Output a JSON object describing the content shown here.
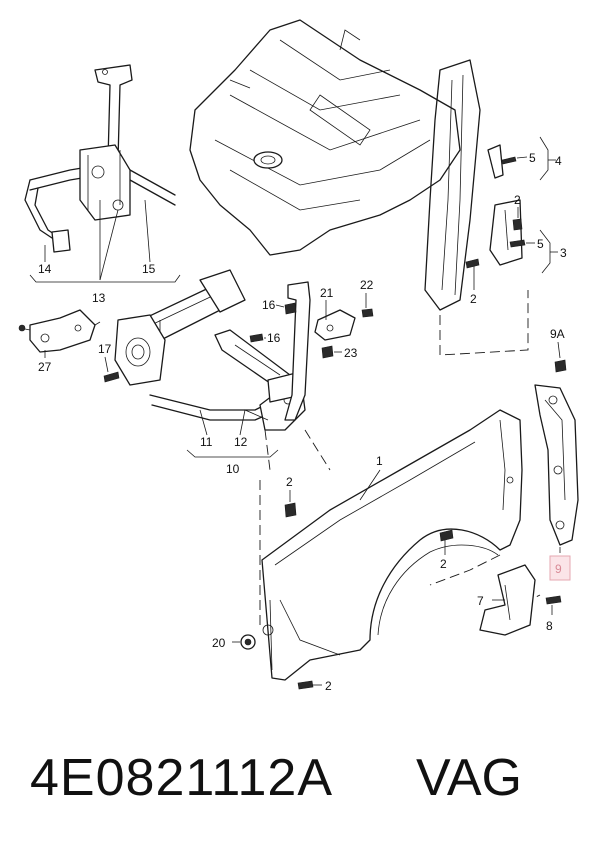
{
  "diagram": {
    "callouts": {
      "c1": "1",
      "c2a": "2",
      "c2b": "2",
      "c2c": "2",
      "c2d": "2",
      "c2e": "2",
      "c3": "3",
      "c4": "4",
      "c5a": "5",
      "c5b": "5",
      "c7": "7",
      "c8": "8",
      "c9": "9",
      "c9a": "9A",
      "c10": "10",
      "c11": "11",
      "c12": "12",
      "c13": "13",
      "c14": "14",
      "c15": "15",
      "c16a": "16",
      "c16b": "16",
      "c17": "17",
      "c20": "20",
      "c21": "21",
      "c22": "22",
      "c23": "23",
      "c27": "27"
    },
    "highlight_color": "#e4a7b1"
  },
  "footer": {
    "part_number": "4E0821112A",
    "brand": "VAG"
  }
}
